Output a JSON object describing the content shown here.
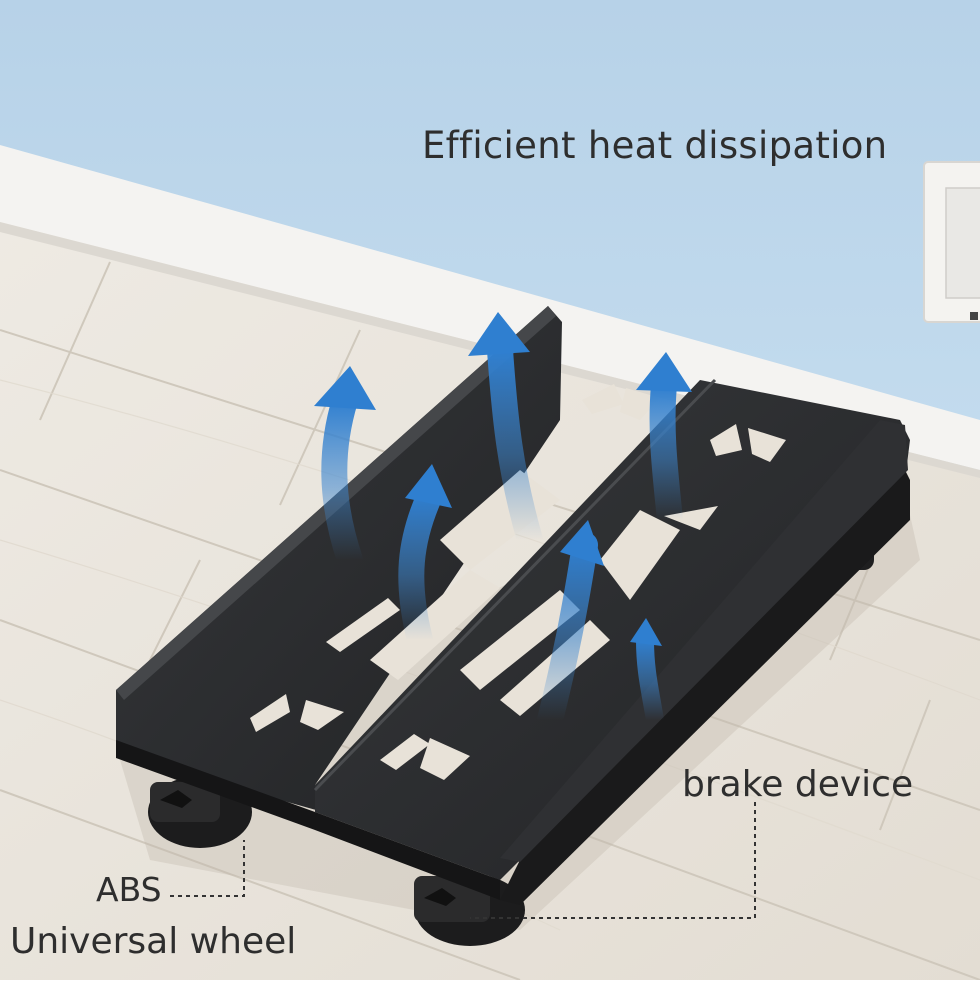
{
  "image": {
    "headline": "Efficient heat dissipation",
    "callouts": {
      "brake": "brake device",
      "abs": "ABS",
      "wheel": "Universal wheel"
    },
    "colors": {
      "wall": "#bcd6ea",
      "floor": "#e9e4dc",
      "stand": "#2a2b2d",
      "airflow_arrow": "#3d86cf",
      "text": "#2e2e2e"
    },
    "icon_names": [
      "airflow-arrow-icon",
      "power-outlet-icon"
    ]
  }
}
